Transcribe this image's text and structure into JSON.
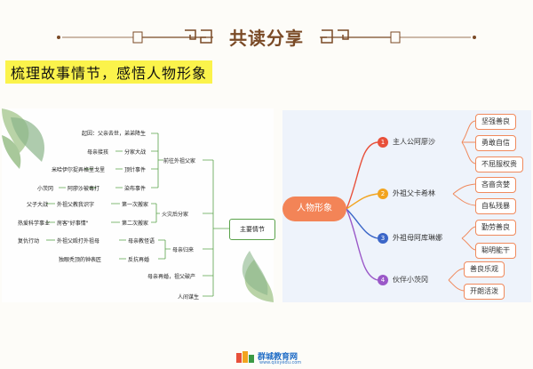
{
  "title": "共读分享",
  "subtitle": "梳理故事情节，感悟人物形象",
  "plot_map": {
    "root": "主要情节",
    "groups": [
      {
        "label": "前往外祖父家",
        "items": [
          {
            "text": "起因：父亲去世，弟弟降生"
          },
          {
            "left": "母亲接孩",
            "right": "分家大战"
          },
          {
            "left": "米哈伊尔捉弄格里戈里",
            "right": "顶针事件"
          },
          {
            "left": "小茨冈",
            "right": "阿廖沙被毒打",
            "right2": "染布事件"
          }
        ]
      },
      {
        "label": "火灾后分家",
        "items": [
          {
            "left": "父子大战",
            "middle": "外祖父教我识字",
            "right": "第一次搬家"
          },
          {
            "left": "热爱科学事业",
            "middle": "房客\"好事情\"",
            "right": "第二次搬家"
          }
        ]
      },
      {
        "label": "母亲归来",
        "items": [
          {
            "left": "复仇行动",
            "middle": "外祖父殴打外祖母",
            "right": "母亲教怪语"
          },
          {
            "left": "独眼秃顶的钟表匠",
            "right": "反抗再婚"
          }
        ]
      },
      {
        "label": "母亲再婚，祖父破产"
      },
      {
        "label": "人间谋生"
      }
    ]
  },
  "character_map": {
    "center": "人物形象",
    "branches": [
      {
        "num": "1",
        "label": "主人公阿廖沙",
        "color": "#e8503a",
        "traits": [
          "坚强善良",
          "勇敢自信",
          "不屈服权贵"
        ]
      },
      {
        "num": "2",
        "label": "外祖父卡希林",
        "color": "#f2a41f",
        "traits": [
          "吝啬贪婪",
          "自私残暴"
        ]
      },
      {
        "num": "3",
        "label": "外祖母阿库琳娜",
        "color": "#3b66c8",
        "traits": [
          "勤劳善良",
          "聪明能干"
        ]
      },
      {
        "num": "4",
        "label": "伙伴小茨冈",
        "color": "#9a58c8",
        "traits": [
          "善良乐观",
          "开朗活泼"
        ]
      }
    ]
  },
  "footer": {
    "logo_name": "群城教育网",
    "logo_url": "www.qxxyedu.com"
  }
}
